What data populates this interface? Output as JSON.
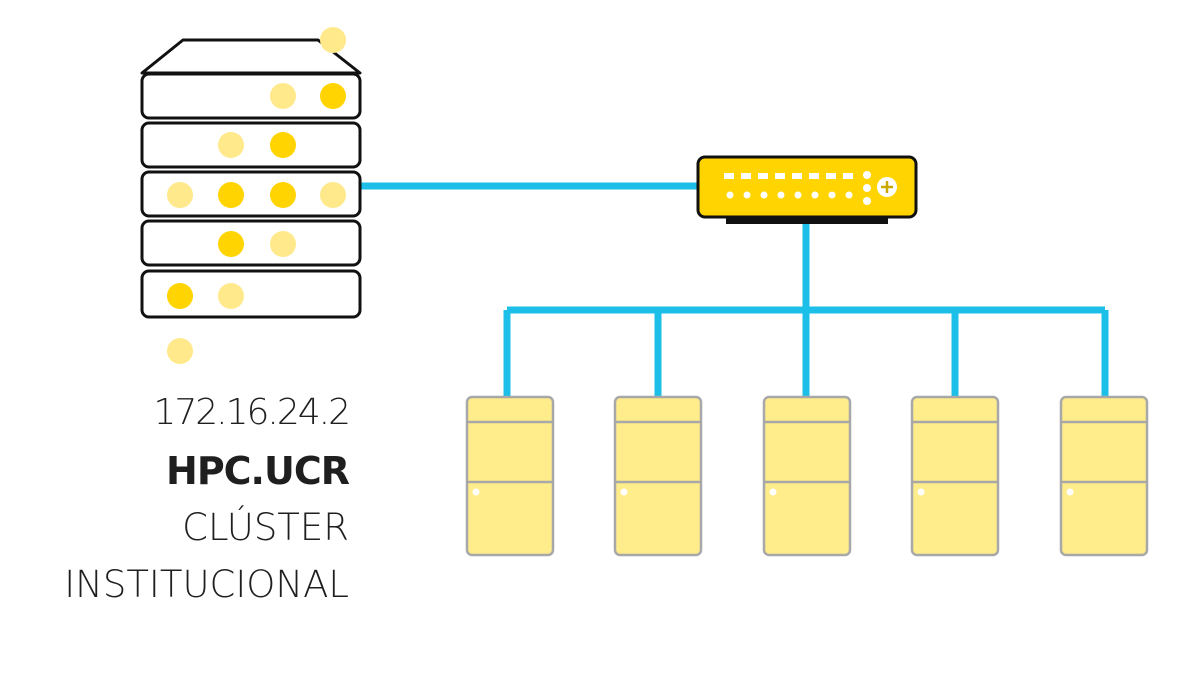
{
  "caption": {
    "ip": "172.16.24.2",
    "name": "HPC.UCR",
    "line1": "CLÚSTER",
    "line2": "INSTITUCIONAL"
  },
  "colors": {
    "link": "#1cbfe8",
    "led_bright": "#ffd400",
    "led_pale": "#ffe98a",
    "switch_body": "#ffd400",
    "node_body": "#ffec8b",
    "node_border": "#a8a8a8",
    "outline": "#111111"
  },
  "icons": {
    "head_node": "server-rack-icon",
    "switch": "network-switch-icon",
    "compute_node": "tower-computer-icon"
  },
  "compute_nodes_count": 5
}
